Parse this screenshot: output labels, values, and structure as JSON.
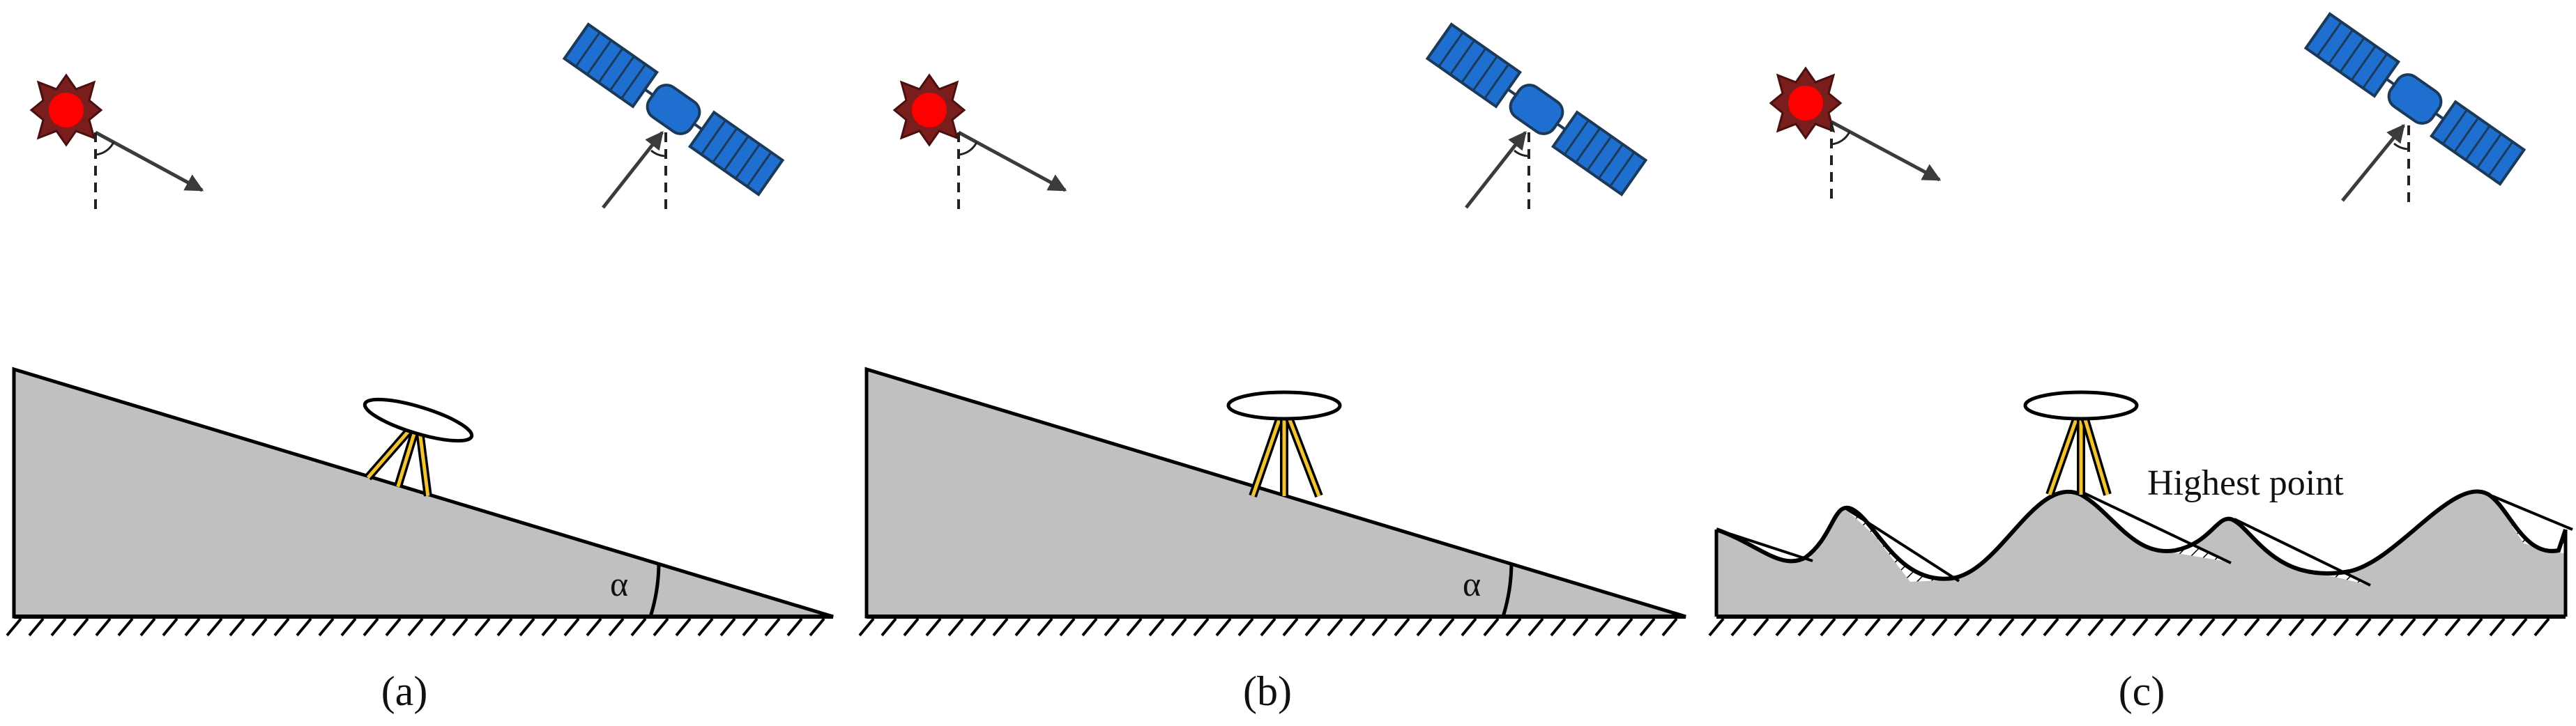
{
  "panels": [
    {
      "caption": "(a)",
      "angle_label": "α"
    },
    {
      "caption": "(b)",
      "angle_label": "α"
    },
    {
      "caption": "(c)",
      "annotation": "Highest point"
    }
  ],
  "colors": {
    "terrain": "#c0c0c0",
    "outline": "#000000",
    "sun": "#ff0000",
    "sun_rays": "#7a1d1d",
    "satellite": "#1e6fd0",
    "antenna_leg": "#f2c230",
    "ray": "#3b3b3b"
  },
  "icons": [
    "sun-icon",
    "satellite-icon",
    "gnss-antenna-icon"
  ]
}
